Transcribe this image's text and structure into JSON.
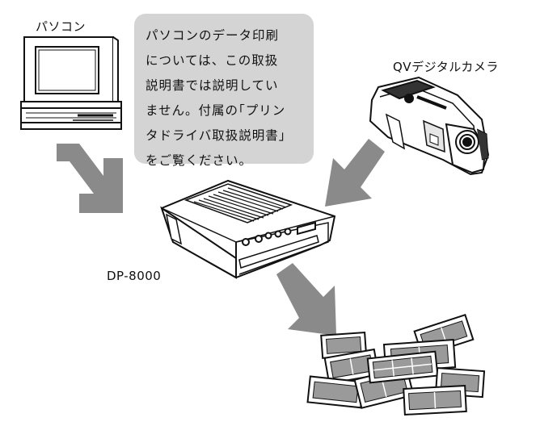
{
  "labels": {
    "pc": "パソコン",
    "camera": "QVデジタルカメラ",
    "printer": "DP-8000"
  },
  "note": {
    "lines": [
      "パソコンのデータ印刷",
      "については、この取扱",
      "説明書では説明してい",
      "ません。付属の｢プリン",
      "タドライバ取扱説明書｣",
      "をご覧ください。"
    ]
  },
  "colors": {
    "note_background": "#d4d4d4",
    "arrow": "#8a8a8a",
    "line_art": "#111111"
  },
  "icons": [
    "computer-icon",
    "digital-camera-icon",
    "printer-icon",
    "printed-photos-icon"
  ]
}
